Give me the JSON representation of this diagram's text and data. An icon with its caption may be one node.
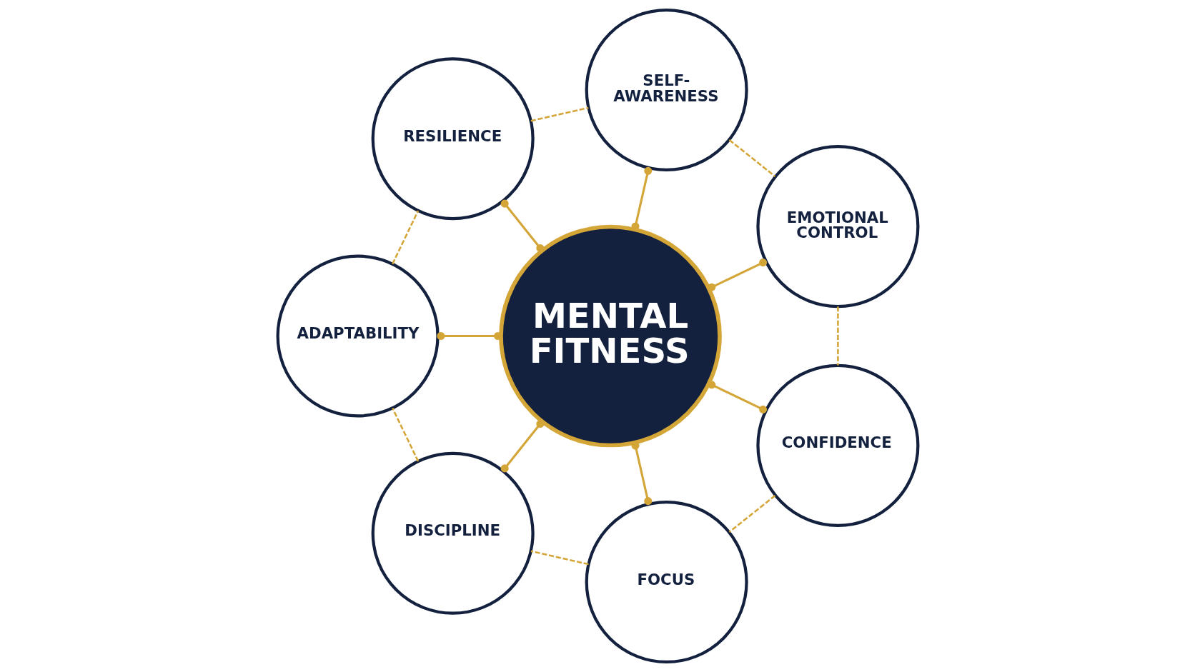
{
  "diagram": {
    "nodes": [
      {
        "text": [
          "SELF- AWARENESS"
        ]
      },
      {
        "text": [
          "RESILIENCE"
        ]
      },
      {
        "text": [
          "EMOTIONAL CONTROL"
        ]
      },
      {
        "text": [
          "MENTAL FITNESS"
        ]
      },
      {
        "text": [
          "ADAPTABILITY"
        ]
      },
      {
        "text": [
          "CONFIDENCE"
        ]
      },
      {
        "text": [
          "DISCIPLINE"
        ]
      },
      {
        "text": [
          "FOCUS"
        ]
      }
    ],
    "edges": [
      {
        "from": 3,
        "to": 0,
        "arrow": "other"
      },
      {
        "from": 3,
        "to": 2,
        "arrow": "other"
      },
      {
        "from": 3,
        "to": 5,
        "arrow": "other"
      },
      {
        "from": 3,
        "to": 7,
        "arrow": "other"
      },
      {
        "from": 3,
        "to": 6,
        "arrow": "other"
      },
      {
        "from": 3,
        "to": 4,
        "arrow": "other"
      },
      {
        "from": 3,
        "to": 1,
        "arrow": "other"
      },
      {
        "from": 0,
        "to": 2,
        "arrow": "none",
        "style": "dashed"
      },
      {
        "from": 2,
        "to": 5,
        "arrow": "none",
        "style": "dashed"
      },
      {
        "from": 5,
        "to": 7,
        "arrow": "none",
        "style": "dashed"
      },
      {
        "from": 7,
        "to": 6,
        "arrow": "none",
        "style": "dashed"
      },
      {
        "from": 6,
        "to": 4,
        "arrow": "none",
        "style": "dashed"
      },
      {
        "from": 4,
        "to": 1,
        "arrow": "none",
        "style": "dashed"
      },
      {
        "from": 1,
        "to": 0,
        "arrow": "none",
        "style": "dashed"
      }
    ]
  }
}
